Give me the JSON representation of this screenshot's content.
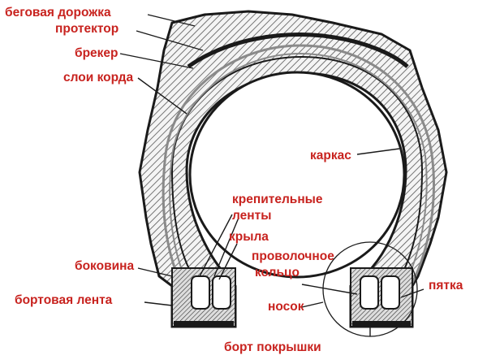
{
  "labels": {
    "tread": "беговая дорожка",
    "protector": "протектор",
    "breaker": "брекер",
    "cord_layers": "слои корда",
    "carcass": "каркас",
    "fixing_strips_1": "крепительные",
    "fixing_strips_2": "ленты",
    "wings": "крыла",
    "sidewall": "боковина",
    "wire_ring_1": "проволочное",
    "wire_ring_2": "кольцо",
    "bead_strip": "бортовая лента",
    "toe": "носок",
    "heel": "пятка",
    "tire_bead": "борт покрышки"
  },
  "colors": {
    "label_text": "#c8231f",
    "outline": "#1a1a1a",
    "hatch": "#555555",
    "cord": "#8a8a8a"
  }
}
